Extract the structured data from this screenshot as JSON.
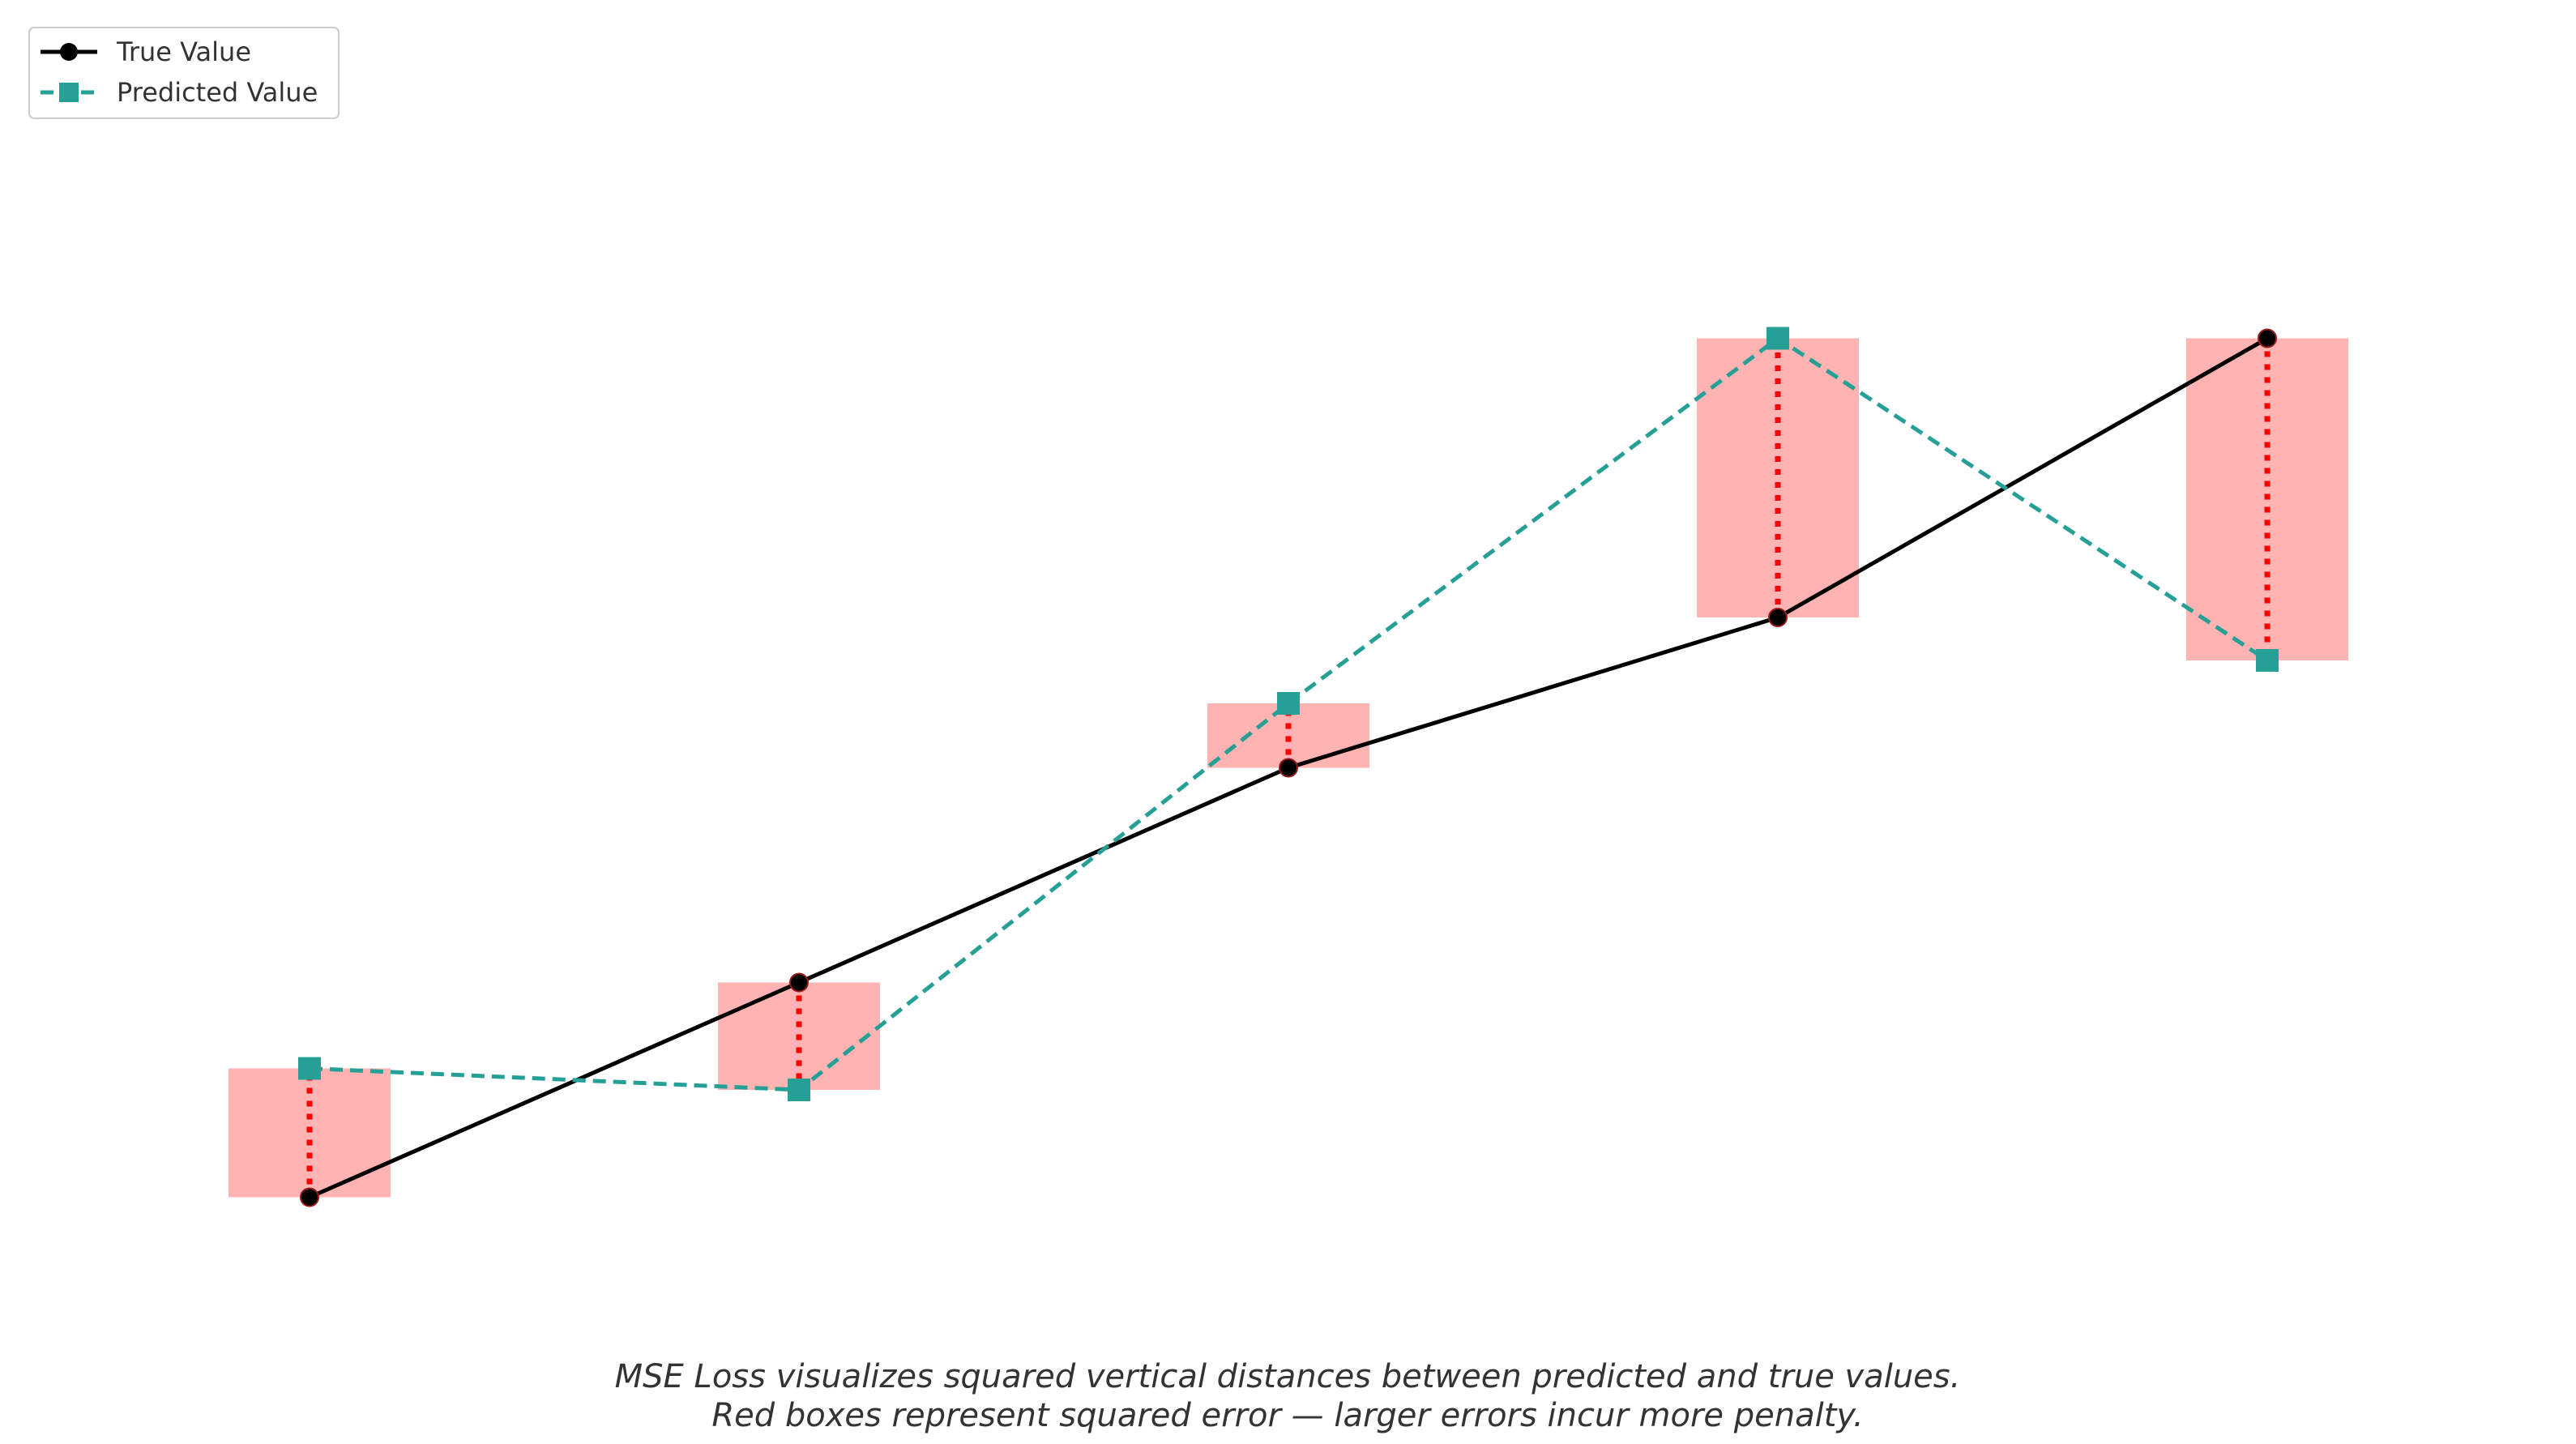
{
  "chart_data": {
    "type": "line",
    "x": [
      1,
      2,
      3,
      4,
      5
    ],
    "series": [
      {
        "name": "True Value",
        "values": [
          1.0,
          3.0,
          5.0,
          6.4,
          9.0
        ],
        "color": "#000000",
        "line_style": "solid",
        "marker": "circle"
      },
      {
        "name": "Predicted Value",
        "values": [
          2.2,
          2.0,
          5.6,
          9.0,
          6.0
        ],
        "color": "#26a096",
        "line_style": "dashed",
        "marker": "square"
      }
    ],
    "error_box_color": "#ffb3b3",
    "error_line_color": "#ff0000",
    "ylim": [
      0.0,
      12.0
    ],
    "xlim": [
      0.5,
      5.5
    ],
    "axes_visible": false,
    "grid": false,
    "legend_position": "top-left",
    "caption": [
      "MSE Loss visualizes squared vertical distances between predicted and true values.",
      "Red boxes represent squared error — larger errors incur more penalty."
    ]
  }
}
